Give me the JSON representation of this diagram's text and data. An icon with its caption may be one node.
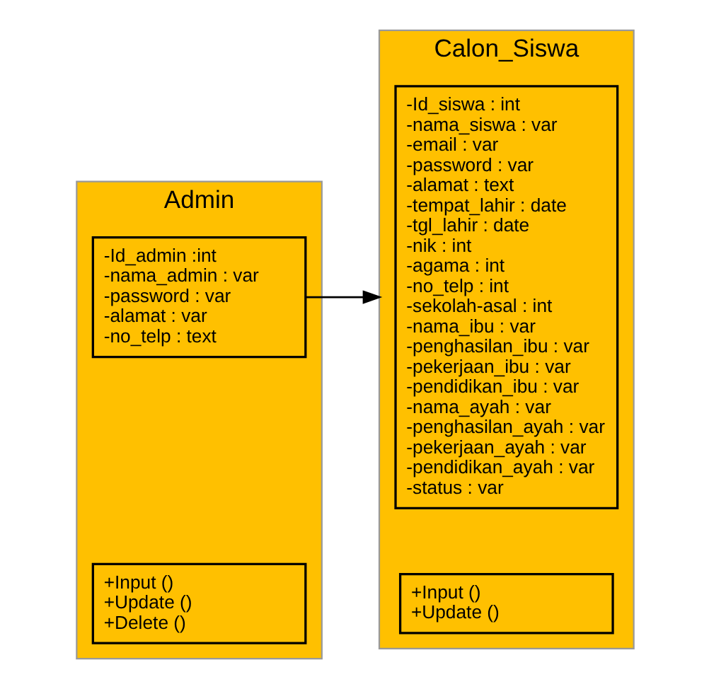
{
  "diagram": {
    "nodes": [
      {
        "text": [
          "Admin"
        ]
      },
      {
        "text": [
          "-Id_admin :int",
          "-nama_admin : var",
          "-password : var",
          "-alamat : var",
          "-no_telp : text"
        ],
        "in": 0
      },
      {
        "text": [
          "+Input ()",
          "+Update ()",
          "+Delete ()"
        ],
        "in": 0
      },
      {
        "text": [
          "Calon_Siswa"
        ]
      },
      {
        "text": [
          "-Id_siswa : int",
          "-nama_siswa : var",
          "-email : var",
          "-password : var",
          "-alamat : text",
          "-tempat_lahir : date",
          "-tgl_lahir : date",
          "-nik : int",
          "-agama : int",
          "-no_telp : int",
          "-sekolah-asal : int",
          "-nama_ibu : var",
          "-penghasilan_ibu : var",
          "-pekerjaan_ibu : var",
          "-pendidikan_ibu : var",
          "-nama_ayah : var",
          "-penghasilan_ayah : var",
          "-pekerjaan_ayah : var",
          "-pendidikan_ayah : var",
          "-status : var"
        ],
        "in": 3
      },
      {
        "text": [
          "+Input ()",
          "+Update ()"
        ],
        "in": 3
      }
    ],
    "edges": [
      {
        "from": 1,
        "to": 3,
        "arrow": "to"
      }
    ]
  }
}
